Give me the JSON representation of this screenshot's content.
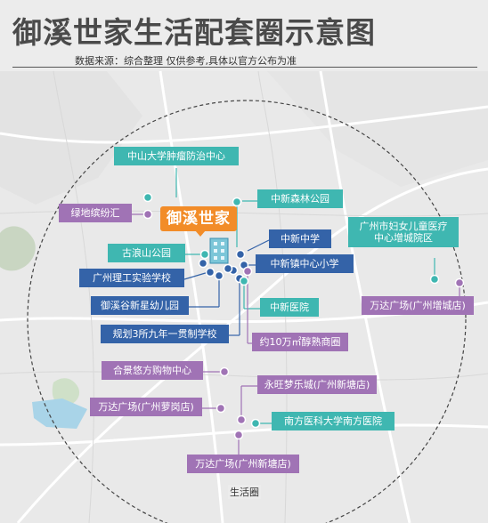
{
  "header": {
    "title": "御溪世家生活配套圈示意图",
    "source": "数据来源：综合整理 仅供参考,具体以官方公布为准"
  },
  "project": {
    "name": "御溪世家"
  },
  "circle_label": "生活圈",
  "colors": {
    "teal": "#3fb7b1",
    "blue": "#3463a8",
    "purple": "#a073b5",
    "orange": "#f28c28"
  },
  "labels": [
    {
      "key": "zhongda",
      "text": "中山大学肿瘤防治中心",
      "color": "teal"
    },
    {
      "key": "lvdi",
      "text": "绿地缤纷汇",
      "color": "purple"
    },
    {
      "key": "zhongxin_forest",
      "text": "中新森林公园",
      "color": "teal"
    },
    {
      "key": "gulangshan",
      "text": "古浪山公园",
      "color": "teal"
    },
    {
      "key": "zhongxin_middle",
      "text": "中新中学",
      "color": "blue"
    },
    {
      "key": "women_children",
      "text": "广州市妇女儿童医疗\n中心增城院区",
      "color": "teal"
    },
    {
      "key": "zhongxin_primary",
      "text": "中新镇中心小学",
      "color": "blue"
    },
    {
      "key": "ligong",
      "text": "广州理工实验学校",
      "color": "blue"
    },
    {
      "key": "wanda_zengcheng",
      "text": "万达广场(广州增城店)",
      "color": "purple"
    },
    {
      "key": "kindergarten",
      "text": "御溪谷新星幼儿园",
      "color": "blue"
    },
    {
      "key": "zhongxin_hospital",
      "text": "中新医院",
      "color": "teal"
    },
    {
      "key": "nine_year_school",
      "text": "规划3所九年一贯制学校",
      "color": "blue"
    },
    {
      "key": "commercial",
      "text": "约10万㎡醇熟商圈",
      "color": "purple"
    },
    {
      "key": "hejing",
      "text": "合景悠方购物中心",
      "color": "purple"
    },
    {
      "key": "yongwang",
      "text": "永旺梦乐城(广州新塘店)",
      "color": "purple"
    },
    {
      "key": "wanda_luogang",
      "text": "万达广场(广州萝岗店)",
      "color": "purple"
    },
    {
      "key": "nanfang",
      "text": "南方医科大学南方医院",
      "color": "teal"
    },
    {
      "key": "wanda_xintang",
      "text": "万达广场(广州新塘店)",
      "color": "purple"
    }
  ]
}
